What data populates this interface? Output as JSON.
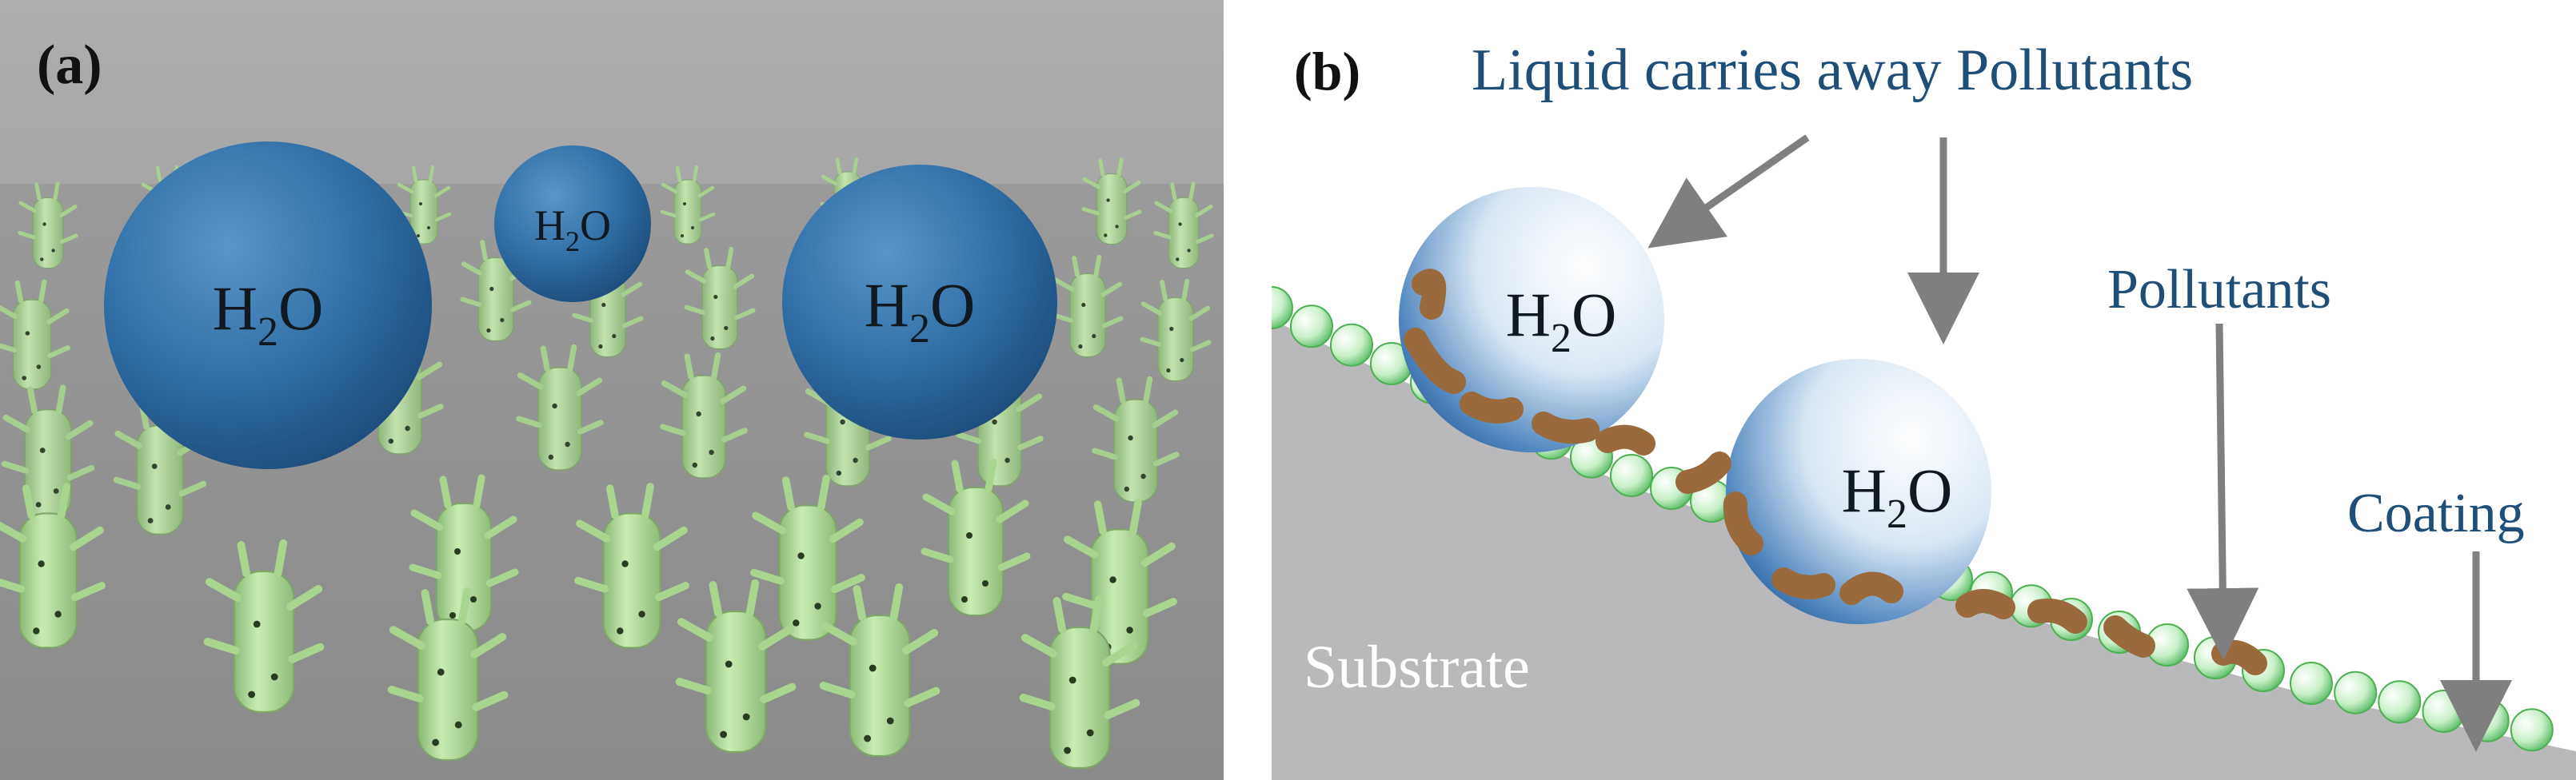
{
  "panel_a": {
    "label": "(a)",
    "droplets": [
      {
        "h": "H",
        "sub": "2",
        "o": "O"
      },
      {
        "h": "H",
        "sub": "2",
        "o": "O"
      },
      {
        "h": "H",
        "sub": "2",
        "o": "O"
      }
    ]
  },
  "panel_b": {
    "label": "(b)",
    "title": "Liquid carries away Pollutants",
    "pollutants_label": "Pollutants",
    "coating_label": "Coating",
    "substrate_label": "Substrate",
    "droplets": [
      {
        "h": "H",
        "sub": "2",
        "o": "O"
      },
      {
        "h": "H",
        "sub": "2",
        "o": "O"
      }
    ]
  },
  "colors": {
    "droplet_blue": "#2e6fa6",
    "pillar_green": "#b5de9b",
    "pollutant_brown": "#9a6a3c",
    "label_blue": "#1f4e79",
    "substrate_gray": "#b9b9bb",
    "background_gray": "#8b8b8b"
  }
}
